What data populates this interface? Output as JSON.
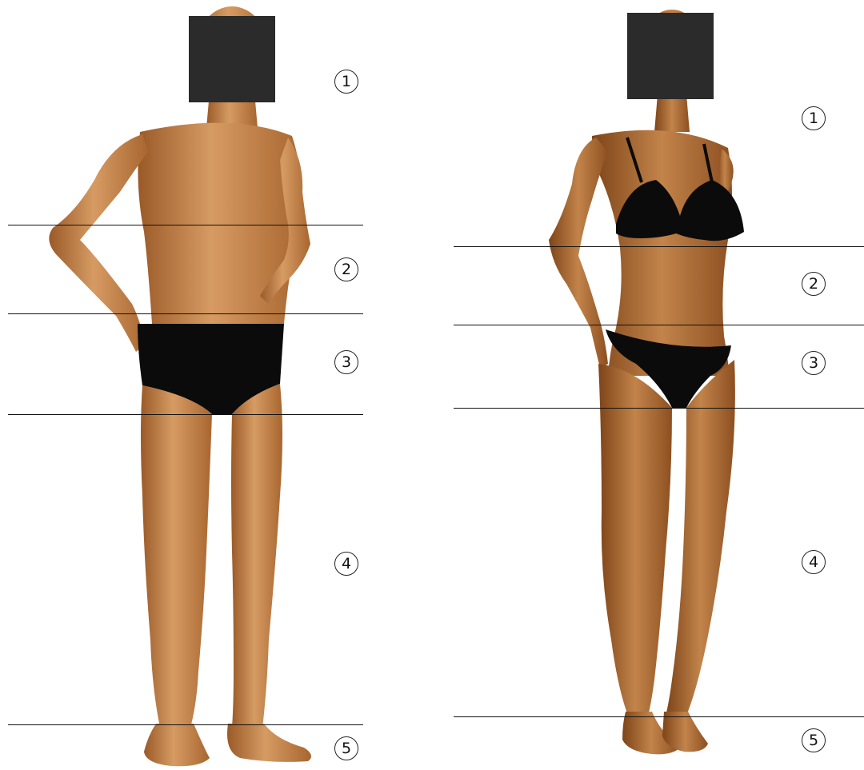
{
  "figures": [
    {
      "id": "male",
      "zones": [
        {
          "label": "1"
        },
        {
          "label": "2"
        },
        {
          "label": "3"
        },
        {
          "label": "4"
        },
        {
          "label": "5"
        }
      ]
    },
    {
      "id": "female",
      "zones": [
        {
          "label": "1"
        },
        {
          "label": "2"
        },
        {
          "label": "3"
        },
        {
          "label": "4"
        },
        {
          "label": "5"
        }
      ]
    }
  ],
  "colors": {
    "skin": "#b8743c",
    "skin_light": "#d9a06a",
    "skin_shadow": "#8a4f22",
    "garment": "#0b0b0b",
    "face_block": "#2b2b2b",
    "line": "#111111"
  }
}
